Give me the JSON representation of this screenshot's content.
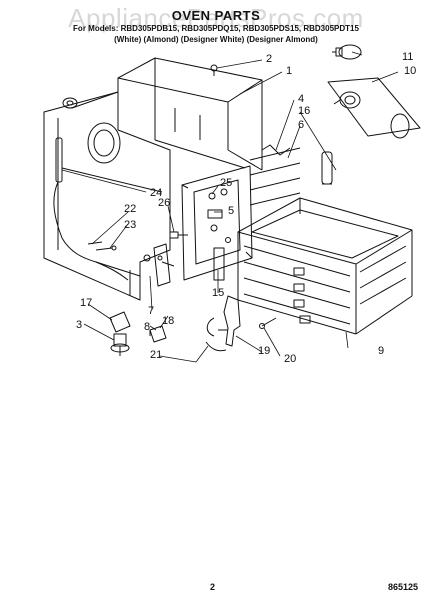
{
  "header": {
    "watermark": "AppliancePartsPros.com",
    "title": "OVEN PARTS",
    "subtitle_models": "For Models: RBD305PDB15, RBD305PDQ15, RBD305PDS15, RBD305PDT15",
    "subtitle_colors": "(White)   (Almond)  (Designer White) (Designer Almond)"
  },
  "callouts": [
    "1",
    "2",
    "3",
    "4",
    "5",
    "6",
    "7",
    "8",
    "9",
    "10",
    "11",
    "15",
    "16",
    "17",
    "18",
    "19",
    "20",
    "21",
    "22",
    "23",
    "24",
    "25",
    "26"
  ],
  "footer": {
    "page_number": "2",
    "part_number": "865125"
  }
}
